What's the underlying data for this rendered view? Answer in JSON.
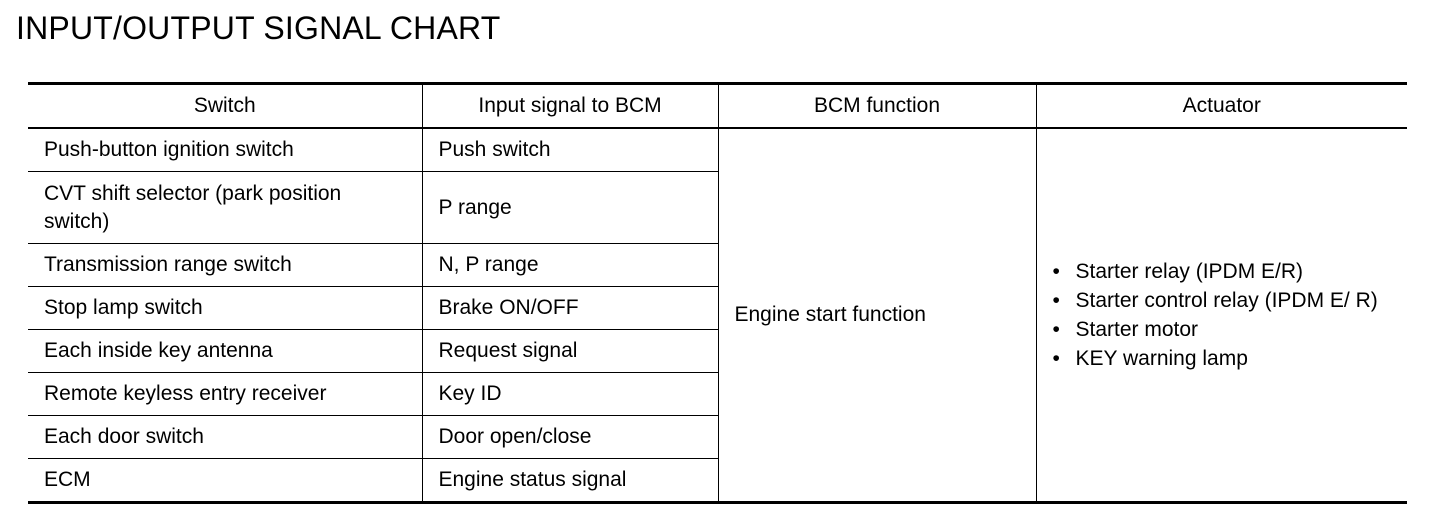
{
  "title": "INPUT/OUTPUT SIGNAL CHART",
  "table": {
    "headers": [
      "Switch",
      "Input signal to BCM",
      "BCM function",
      "Actuator"
    ],
    "rows": [
      {
        "switch": "Push-button ignition switch",
        "input": "Push switch"
      },
      {
        "switch": "CVT shift selector (park position switch)",
        "input": "P range"
      },
      {
        "switch": "Transmission range switch",
        "input": "N, P range"
      },
      {
        "switch": "Stop lamp switch",
        "input": "Brake ON/OFF"
      },
      {
        "switch": "Each inside key antenna",
        "input": "Request signal"
      },
      {
        "switch": "Remote keyless entry receiver",
        "input": "Key ID"
      },
      {
        "switch": "Each door switch",
        "input": "Door open/close"
      },
      {
        "switch": "ECM",
        "input": "Engine status signal"
      }
    ],
    "bcm_function": "Engine start function",
    "bullet_glyph": "•",
    "actuators": [
      "Starter relay (IPDM E/R)",
      "Starter control relay (IPDM E/ R)",
      "Starter motor",
      "KEY warning lamp"
    ]
  }
}
